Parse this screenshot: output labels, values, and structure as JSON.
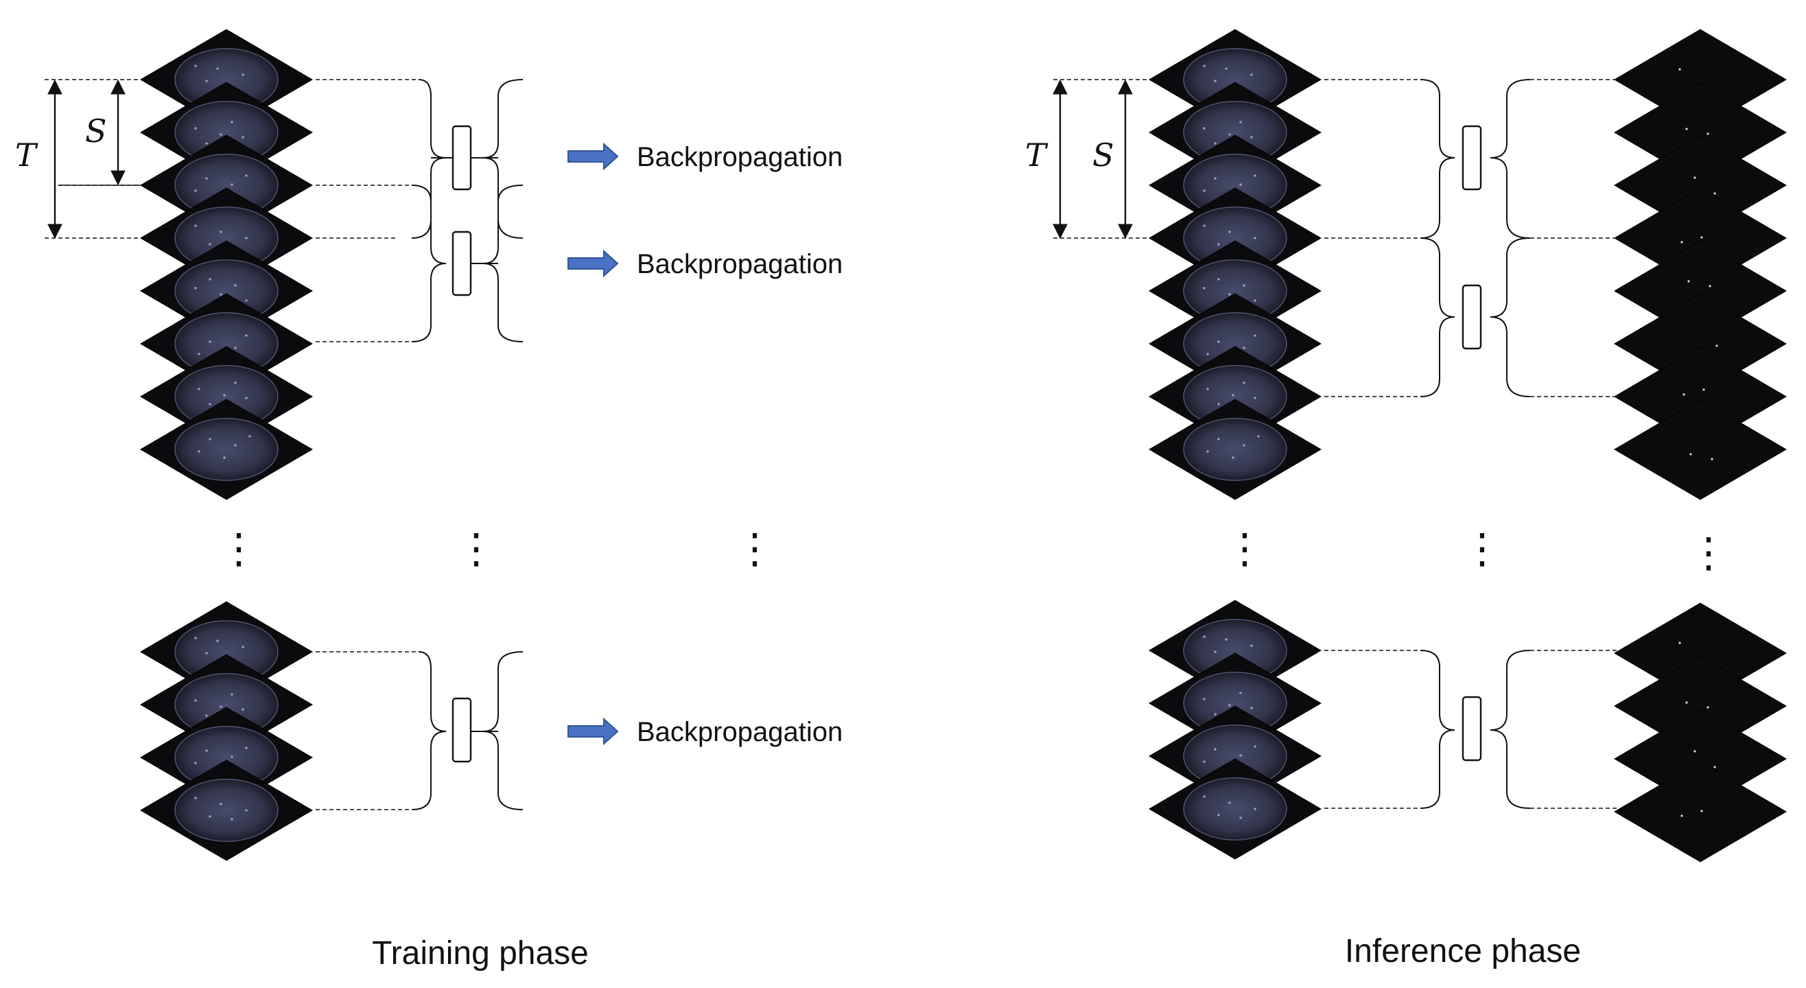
{
  "colors": {
    "background": "#ffffff",
    "slice_fill": "#0b0b0e",
    "brain_tissue": "#3a3d58",
    "brain_bright": "#aab4e0",
    "arrow_fill": "#4a72c4",
    "arrow_stroke": "#2f5597",
    "line": "#111111"
  },
  "labels": {
    "T": "T",
    "S": "S",
    "ellipsis": "⋮"
  },
  "training": {
    "caption": "Training phase",
    "backprop": [
      "Backpropagation",
      "Backpropagation",
      "Backpropagation"
    ]
  },
  "inference": {
    "caption": "Inference phase"
  }
}
